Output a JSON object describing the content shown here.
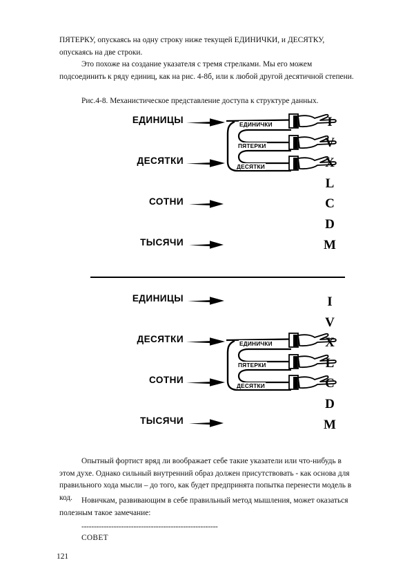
{
  "document": {
    "page_number": "121",
    "paragraphs": {
      "top_1": "ПЯТЕРКУ, опускаясь на одну строку ниже текущей ЕДИНИЧКИ, и ДЕСЯТКУ, опускаясь на две строки.",
      "top_2": "Это похоже на создание указателя с тремя стрелками. Мы его можем подсоединить к ряду единиц, как на рис. 4-8б, или к любой другой десятичной степени.",
      "bottom_1": "Опытный фортист вряд ли воображает себе такие указатели или что-нибудь в этом духе. Однако сильный внутренний образ должен присутствовать - как основа для правильного хода мысли – до того, как будет предпринята попытка перенести модель в код.",
      "bottom_2": "Новичкам, развивающим в себе правильный метод мышления, может оказаться полезным такое замечание:"
    },
    "figure_caption": "Рис.4-8. Механистическое представление доступа к структуре данных.",
    "advice": {
      "rule": "-------------------------------------------------------",
      "label": "СОВЕТ"
    }
  },
  "figure": {
    "roman_numerals": [
      "I",
      "V",
      "X",
      "L",
      "C",
      "D",
      "M"
    ],
    "hand_labels": [
      "ЕДИНИЧКИ",
      "ПЯТЕРКИ",
      "ДЕСЯТКИ"
    ],
    "diagram_a": {
      "rows": [
        "ЕДИНИЦЫ",
        "ДЕСЯТКИ",
        "СОТНИ",
        "ТЫСЯЧИ"
      ],
      "pointer_attached_to": "ЕДИНИЦЫ"
    },
    "diagram_b": {
      "rows": [
        "ЕДИНИЦЫ",
        "ДЕСЯТКИ",
        "СОТНИ",
        "ТЫСЯЧИ"
      ],
      "pointer_attached_to": "ДЕСЯТКИ"
    }
  },
  "colors": {
    "ink": "#000000",
    "text": "#111111",
    "paper": "#ffffff"
  }
}
